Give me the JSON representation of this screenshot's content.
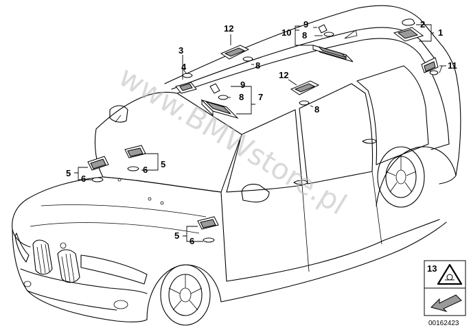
{
  "watermark": "www.BMWstore.pl",
  "document_number": "00162423",
  "legend_box": {
    "label": "13",
    "icon": "warning-triangle-icon"
  },
  "callouts": [
    {
      "label": "1"
    },
    {
      "label": "2"
    },
    {
      "label": "3"
    },
    {
      "label": "4"
    },
    {
      "label": "5"
    },
    {
      "label": "6"
    },
    {
      "label": "7"
    },
    {
      "label": "8"
    },
    {
      "label": "9"
    },
    {
      "label": "10"
    },
    {
      "label": "11"
    },
    {
      "label": "12"
    },
    {
      "label": "12"
    },
    {
      "label": "8"
    },
    {
      "label": "9"
    },
    {
      "label": "8"
    },
    {
      "label": "8"
    },
    {
      "label": "5"
    },
    {
      "label": "6"
    },
    {
      "label": "5"
    },
    {
      "label": "6"
    },
    {
      "label": "5"
    },
    {
      "label": "6"
    }
  ]
}
